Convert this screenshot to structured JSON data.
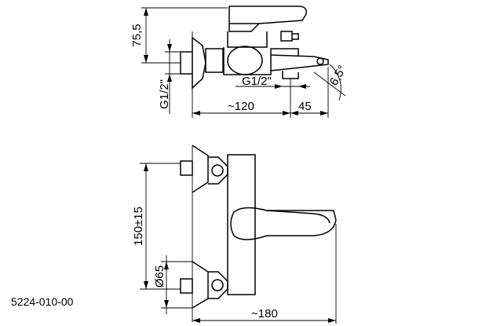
{
  "dimensions": {
    "height_top": "75,5",
    "thread_inlet": "G1/2\"",
    "thread_outlet": "G1/2\"",
    "depth": "~120",
    "spout_depth": "45",
    "angle": "6,5°",
    "center_distance": "150±15",
    "rosette_diameter": "Ø65",
    "width": "~180"
  },
  "product_code": "5224-010-00"
}
